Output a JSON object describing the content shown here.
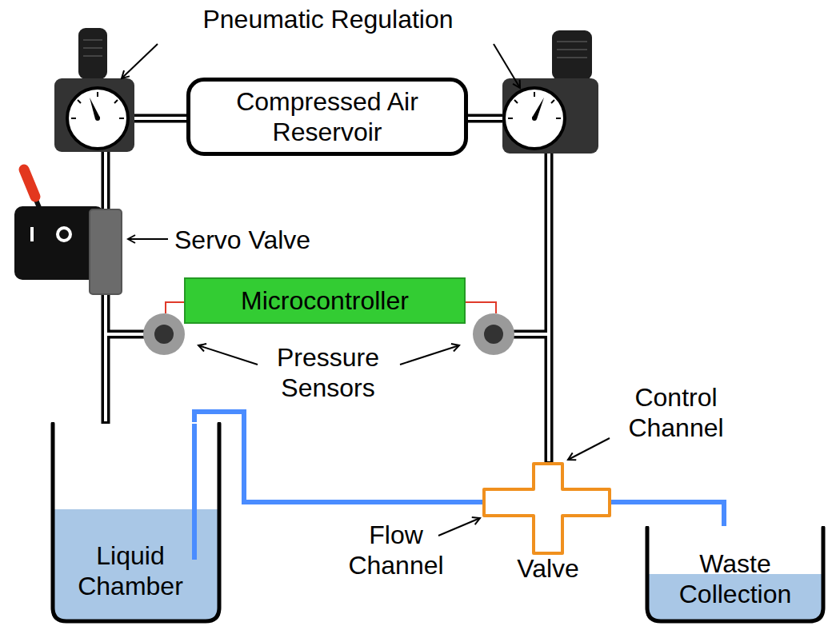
{
  "diagram": {
    "nodes": [
      {
        "text": [
          "Compressed Air Reservoir"
        ]
      },
      {
        "text": [
          "Microcontroller"
        ]
      },
      {
        "text": [
          "Liquid Chamber"
        ]
      },
      {
        "text": [
          "Waste Collection"
        ]
      }
    ],
    "edges": [
      {
        "from": 2,
        "to": 3,
        "arrow": "none"
      }
    ],
    "labels": [
      "Pneumatic Regulation",
      "Servo Valve",
      "Pressure Sensors",
      "Control Channel",
      "Valve",
      "Flow Channel"
    ]
  }
}
